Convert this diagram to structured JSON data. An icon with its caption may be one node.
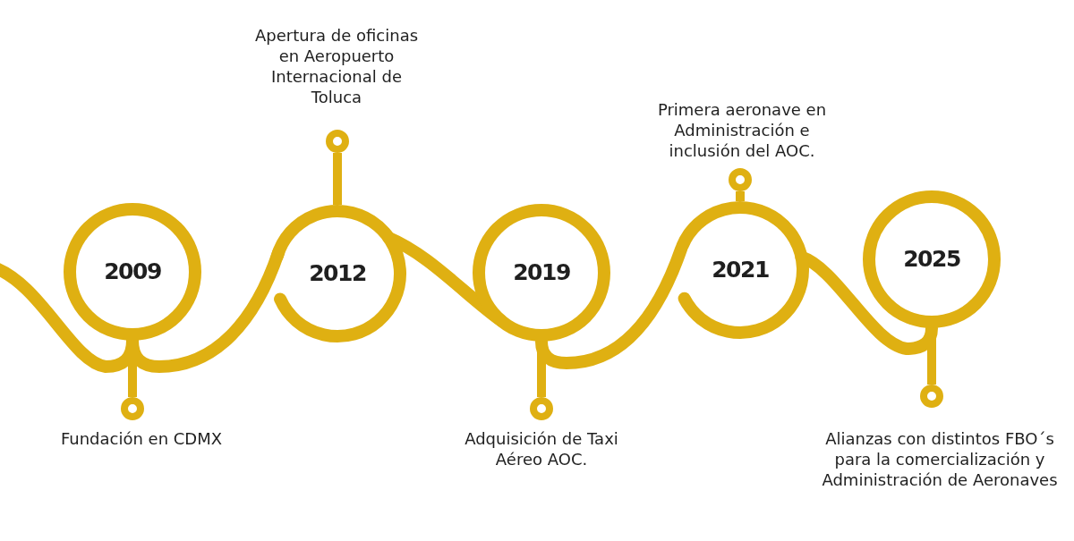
{
  "diagram": {
    "nodes": [
      {
        "text": [
          "2009"
        ]
      },
      {
        "text": [
          "2012"
        ]
      },
      {
        "text": [
          "2019"
        ]
      },
      {
        "text": [
          "2021"
        ]
      },
      {
        "text": [
          "2025"
        ]
      },
      {
        "text": [],
        "shape": "circle",
        "beside": [
          "Fundación en CDMX"
        ]
      },
      {
        "text": [],
        "shape": "circle",
        "beside": [
          "Apertura de oficinas en Aeropuerto Internacional de Toluca"
        ]
      },
      {
        "text": [],
        "shape": "circle",
        "beside": [
          "Adquisición de Taxi Aéreo AOC."
        ]
      },
      {
        "text": [],
        "shape": "circle",
        "beside": [
          "Primera aeronave en Administración e inclusión del AOC."
        ]
      },
      {
        "text": [],
        "shape": "circle",
        "beside": [
          "Alianzas con distintos FBO´s para la comercialización y Administración de Aeronaves"
        ]
      }
    ],
    "edges": [
      {
        "from": null,
        "to": 0,
        "arrow": "none"
      },
      {
        "from": 0,
        "to": 1,
        "arrow": "none"
      },
      {
        "from": 1,
        "to": 2,
        "arrow": "none"
      },
      {
        "from": 2,
        "to": 3,
        "arrow": "none"
      },
      {
        "from": 3,
        "to": 4,
        "arrow": "none"
      },
      {
        "from": 0,
        "to": 5,
        "arrow": "none"
      },
      {
        "from": 1,
        "to": 6,
        "arrow": "none"
      },
      {
        "from": 2,
        "to": 7,
        "arrow": "none"
      },
      {
        "from": 3,
        "to": 8,
        "arrow": "none"
      },
      {
        "from": 4,
        "to": 9,
        "arrow": "none"
      }
    ]
  }
}
